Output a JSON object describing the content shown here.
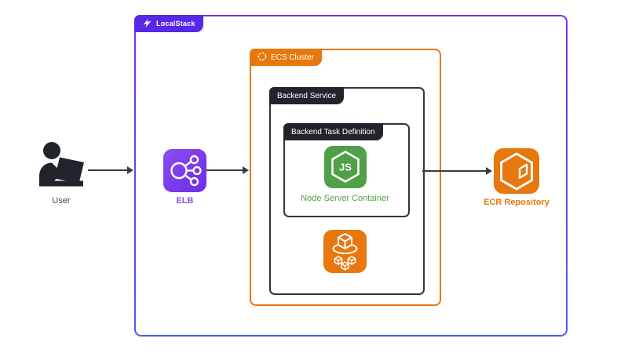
{
  "containers": {
    "localstack": {
      "label": "LocalStack"
    },
    "ecs_cluster": {
      "label": "ECS Cluster"
    },
    "backend_service": {
      "label": "Backend Service"
    },
    "backend_task_definition": {
      "label": "Backend Task Definition"
    }
  },
  "nodes": {
    "user": {
      "label": "User"
    },
    "elb": {
      "label": "ELB"
    },
    "node_server": {
      "label": "Node Server Container"
    },
    "ecr": {
      "label": "ECR Repository"
    }
  },
  "icons": {
    "localstack_logo": "localstack-logo-icon",
    "ecs_cluster_badge": "ecs-cluster-icon",
    "user": "person-at-laptop-icon",
    "elb": "elastic-load-balancer-icon",
    "node_server": "nodejs-hexagon-icon",
    "ecs_service": "ecs-containers-icon",
    "ecr": "ecr-repository-cube-icon"
  },
  "colors": {
    "background": "#ffffff",
    "localstack_badge_purple": "#5628e8",
    "localstack_border_top": "#7a2ff0",
    "localstack_border_bottom": "#4a5af5",
    "aws_orange": "#e8770e",
    "dark_badge": "#23242b",
    "dark_border": "#33343c",
    "node_green": "#4fa047",
    "elb_tile_purple": "#7d3bf0",
    "elb_label_purple": "#8450f0",
    "ecr_orange": "#e8770e",
    "arrow": "#3a3b42",
    "user_silhouette": "#22242b"
  }
}
